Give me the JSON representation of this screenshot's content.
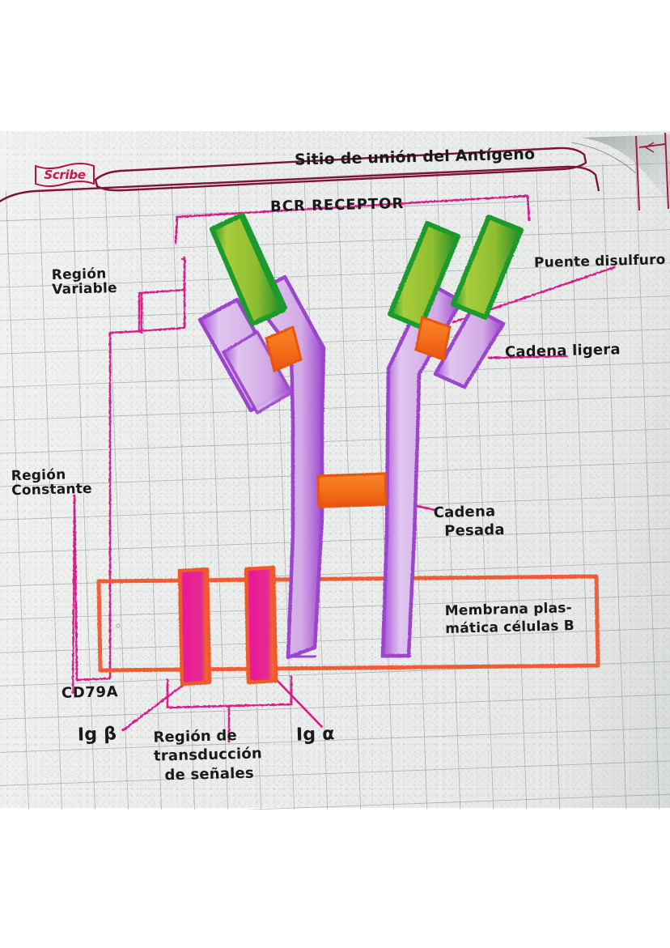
{
  "notebook": {
    "brand": "Scribe",
    "paper": "graph",
    "paper_bg": "#eceeed",
    "grid_color": "#8d8f93",
    "margin_line_color": "#7d1530"
  },
  "diagram": {
    "title_top": "Sitio de unión del Antígeno",
    "title_main": "BCR RECEPTOR",
    "labels": {
      "region_variable": "Región\nVariable",
      "region_constante": "Región\nConstante",
      "puente_disulfuro": "Puente disulfuro",
      "cadena_ligera": "Cadena ligera",
      "cadena_pesada": "Cadena\n  Pesada",
      "membrana": "Membrana plas-\nmática células B",
      "cd79a": "CD79A",
      "ig_beta": "Ig β",
      "ig_alfa": "Ig α",
      "region_transduccion": "Región de\ntransducción\n  de señales"
    },
    "colors": {
      "variable_region_fill": "#8fbe30",
      "variable_region_edge": "#1f9a2e",
      "constant_region_fill": "#d9b6e8",
      "constant_region_edge": "#a64fd4",
      "disulfide_bridge": "#f4701a",
      "membrane_band": "#f0603c",
      "transmembrane_chain": "#e8199b",
      "pointer_line": "#d81b8a",
      "ink": "#191919"
    },
    "structure": {
      "arms": 2,
      "heavy_chains": 2,
      "light_chains": 2,
      "disulfide_bridges": 3,
      "transmembrane_units": 2
    }
  }
}
